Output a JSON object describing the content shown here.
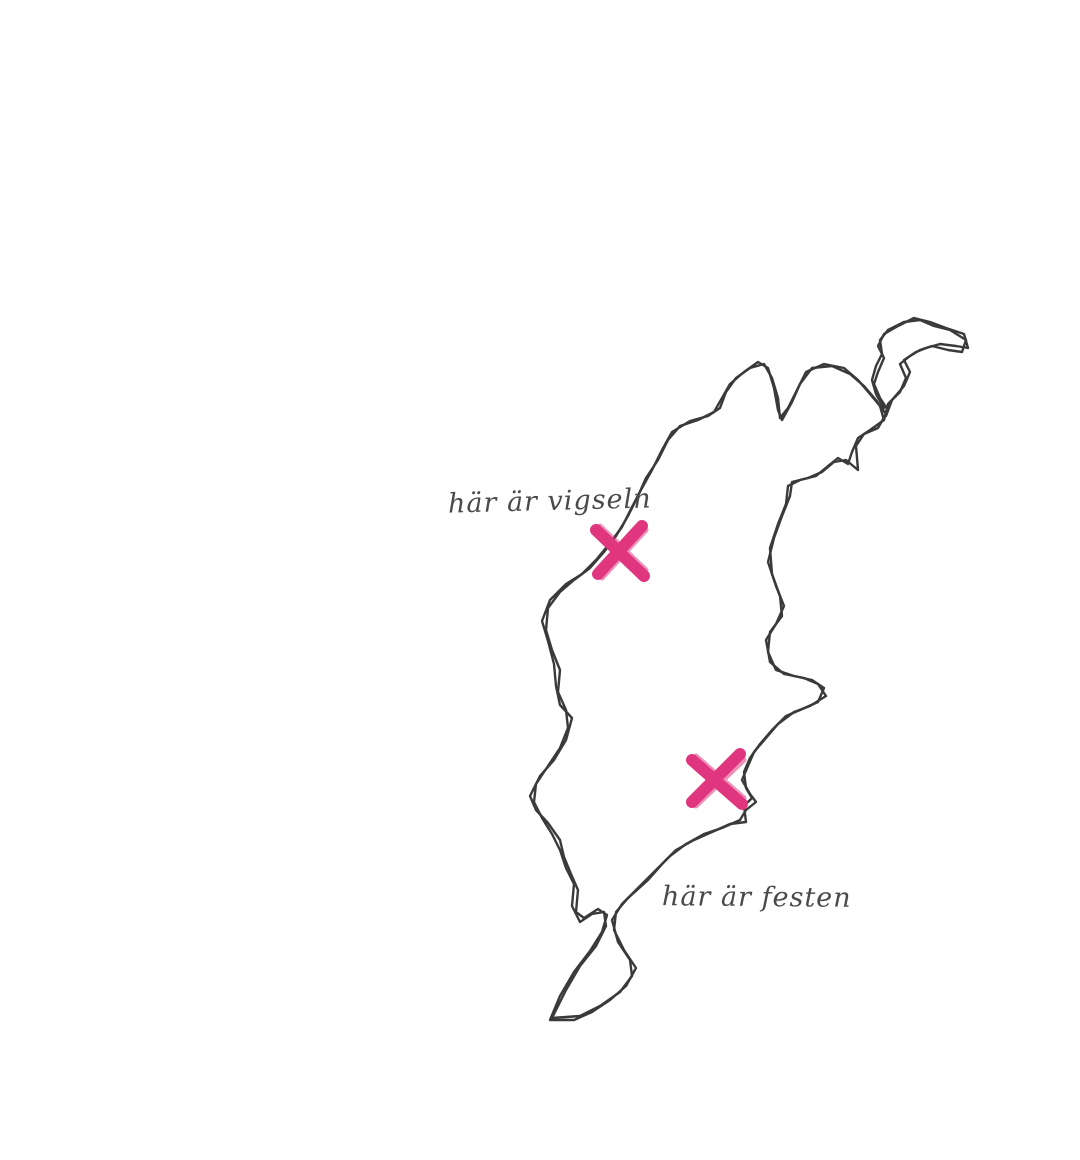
{
  "map": {
    "labels": {
      "ceremony": "här är vigseln",
      "party": "här är festen"
    },
    "markers": [
      {
        "id": "ceremony",
        "icon": "cross-icon"
      },
      {
        "id": "party",
        "icon": "cross-icon"
      }
    ],
    "colors": {
      "marker": "#e0367f",
      "outline": "#3a3a3a",
      "label": "#4a4a4a",
      "background": "#ffffff"
    }
  }
}
